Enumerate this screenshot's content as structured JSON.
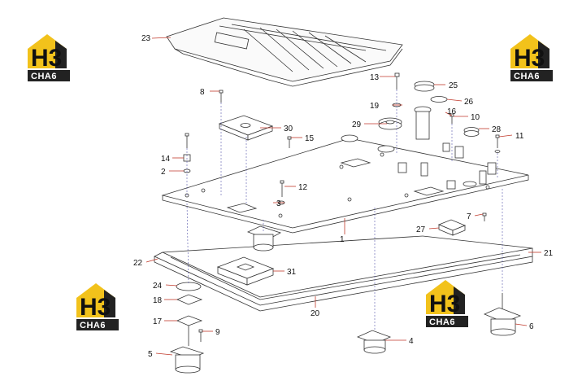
{
  "logo": {
    "mark": "H3",
    "text": "CHA6",
    "brand_color": "#f2c21b",
    "dark_color": "#222222"
  },
  "leader_color": "#c0392b",
  "callouts": {
    "c1": "1",
    "c2": "2",
    "c3": "3",
    "c4": "4",
    "c5": "5",
    "c6": "6",
    "c7": "7",
    "c8": "8",
    "c9": "9",
    "c10": "10",
    "c11": "11",
    "c12": "12",
    "c13": "13",
    "c14": "14",
    "c15": "15",
    "c16": "16",
    "c17": "17",
    "c18": "18",
    "c19": "19",
    "c20": "20",
    "c21": "21",
    "c22": "22",
    "c23": "23",
    "c24": "24",
    "c25": "25",
    "c26": "26",
    "c27": "27",
    "c28": "28",
    "c29": "29",
    "c30": "30",
    "c31": "31"
  }
}
